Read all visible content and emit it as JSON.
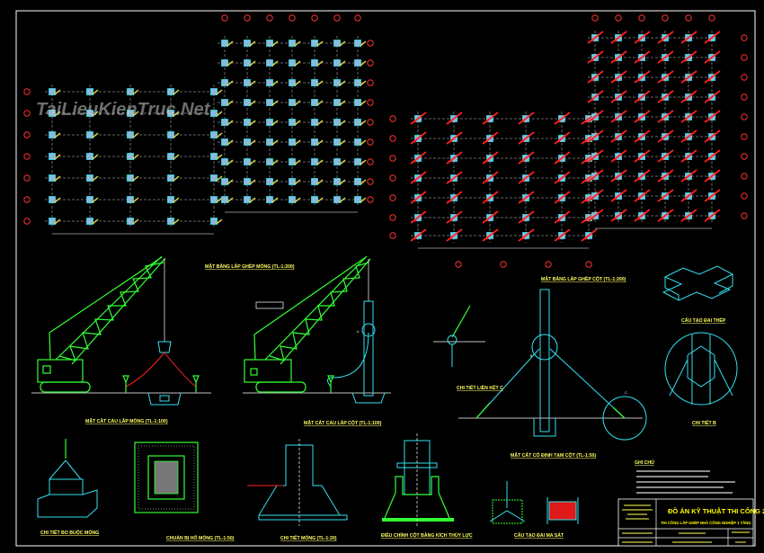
{
  "watermark": "TaiLieuKienTruc.Net",
  "labels": {
    "plan_foundation": "MẶT BẰNG LẮP GHÉP MÓNG (TL-1:200)",
    "plan_column": "MẶT BẰNG LẮP GHÉP CỘT (TL-1:200)",
    "section_crane_foundation": "MẶT CẮT CẨU LẮP MÓNG (TL-1:100)",
    "section_crane_column": "MẶT CẮT CẨU LẮP CỘT (TL-1:100)",
    "section_temp_fix": "MẶT CẮT CỐ ĐỊNH TẠM CỘT (TL-1:50)",
    "detail_c": "CHI TIẾT LIÊN KẾT C",
    "detail_b": "CHI TIẾT B",
    "steel_band": "CẤU TẠO ĐAI THÉP",
    "tie_foundation": "CHI TIẾT BO BUỘC MÓNG",
    "pit_prep": "CHUẨN BỊ HỐ MÓNG (TL-1:50)",
    "foundation_detail": "CHI TIẾT MÓNG (TL-1:20)",
    "hydraulic_adjust": "ĐIỀU CHỈNH CỘT BẰNG KÍCH THỦY LỰC",
    "friction_band": "CẤU TẠO ĐAI MA SÁT",
    "point_a": "A",
    "point_b": "B",
    "point_c": "C"
  },
  "notes": {
    "title": "GHI CHÚ"
  },
  "title_block": {
    "project_title": "ĐỒ ÁN KỸ THUẬT THI CÔNG 2",
    "subtitle": "THI CÔNG LẮP GHÉP NHÀ CÔNG NGHIỆP 1 TẦNG"
  },
  "colors": {
    "background": "#000000",
    "cyan": "#33e0f0",
    "green": "#33ff33",
    "red": "#ff2222",
    "yellow": "#ffff66"
  }
}
